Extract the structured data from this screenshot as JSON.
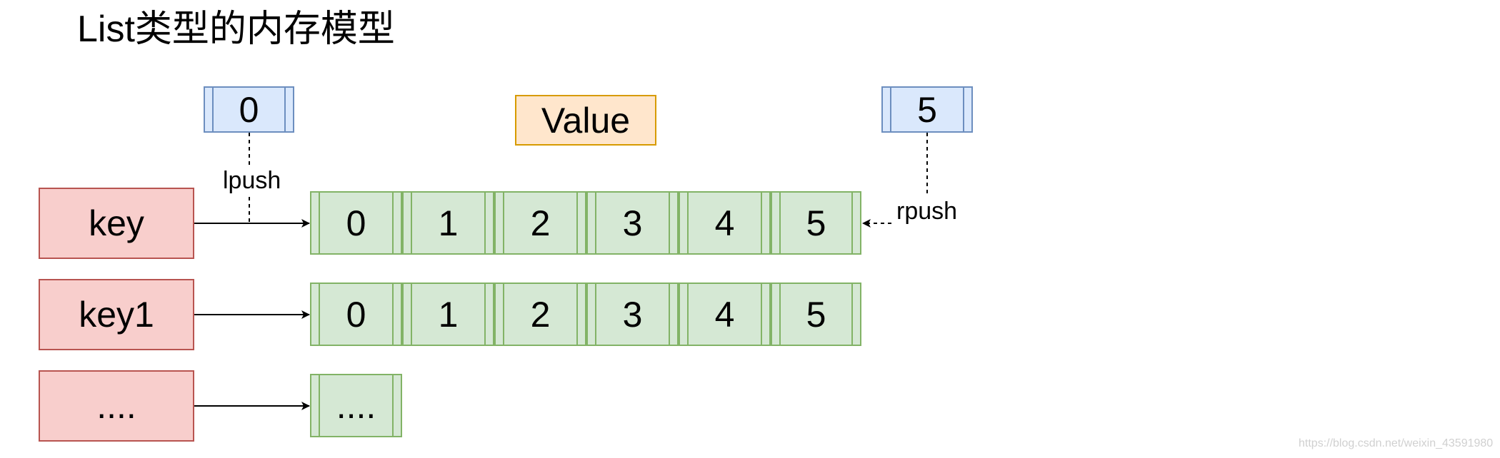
{
  "title": "List类型的内存模型",
  "value_label": "Value",
  "left_pointer": "0",
  "right_pointer": "5",
  "lpush_label": "lpush",
  "rpush_label": "rpush",
  "rows": [
    {
      "key": "key",
      "cells": [
        "0",
        "1",
        "2",
        "3",
        "4",
        "5"
      ]
    },
    {
      "key": "key1",
      "cells": [
        "0",
        "1",
        "2",
        "3",
        "4",
        "5"
      ]
    },
    {
      "key": "....",
      "cells": [
        "...."
      ]
    }
  ],
  "watermark": "https://blog.csdn.net/weixin_43591980"
}
